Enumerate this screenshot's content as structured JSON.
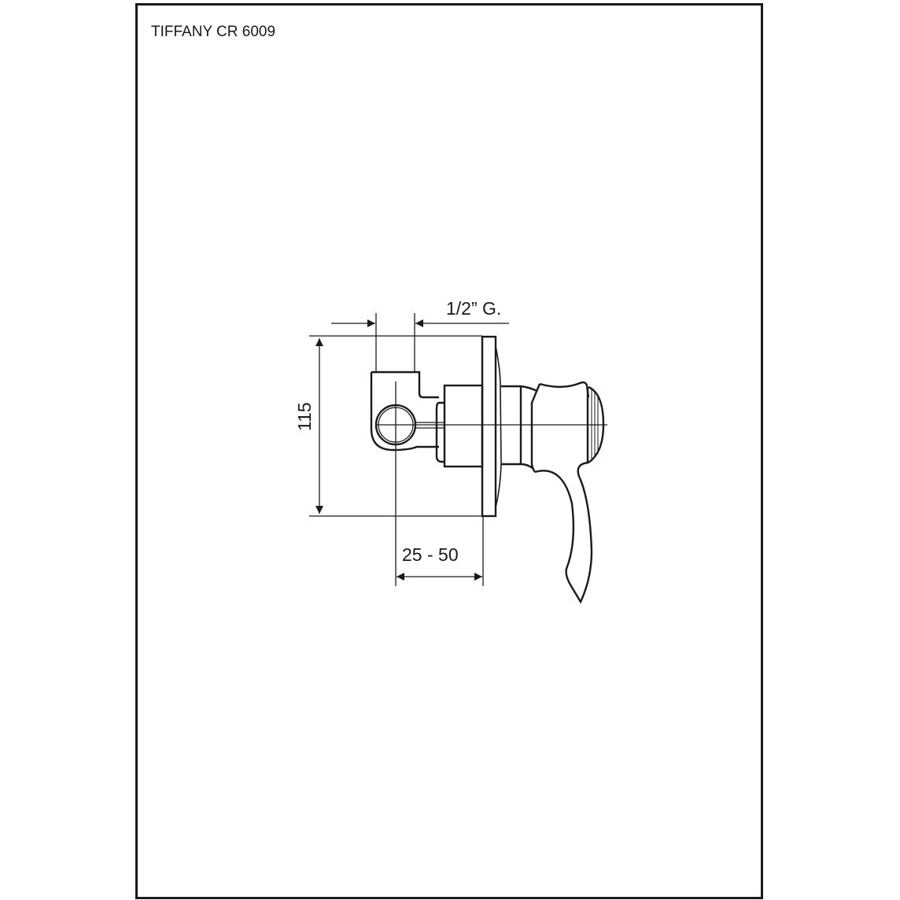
{
  "sheet": {
    "title": "TIFFANY CR 6009"
  },
  "drawing": {
    "dimensions": {
      "height": "115",
      "thread": "1/2” G.",
      "wall_depth": "25 - 50"
    },
    "colors": {
      "line": "#1a1a1a",
      "background": "#ffffff"
    }
  }
}
